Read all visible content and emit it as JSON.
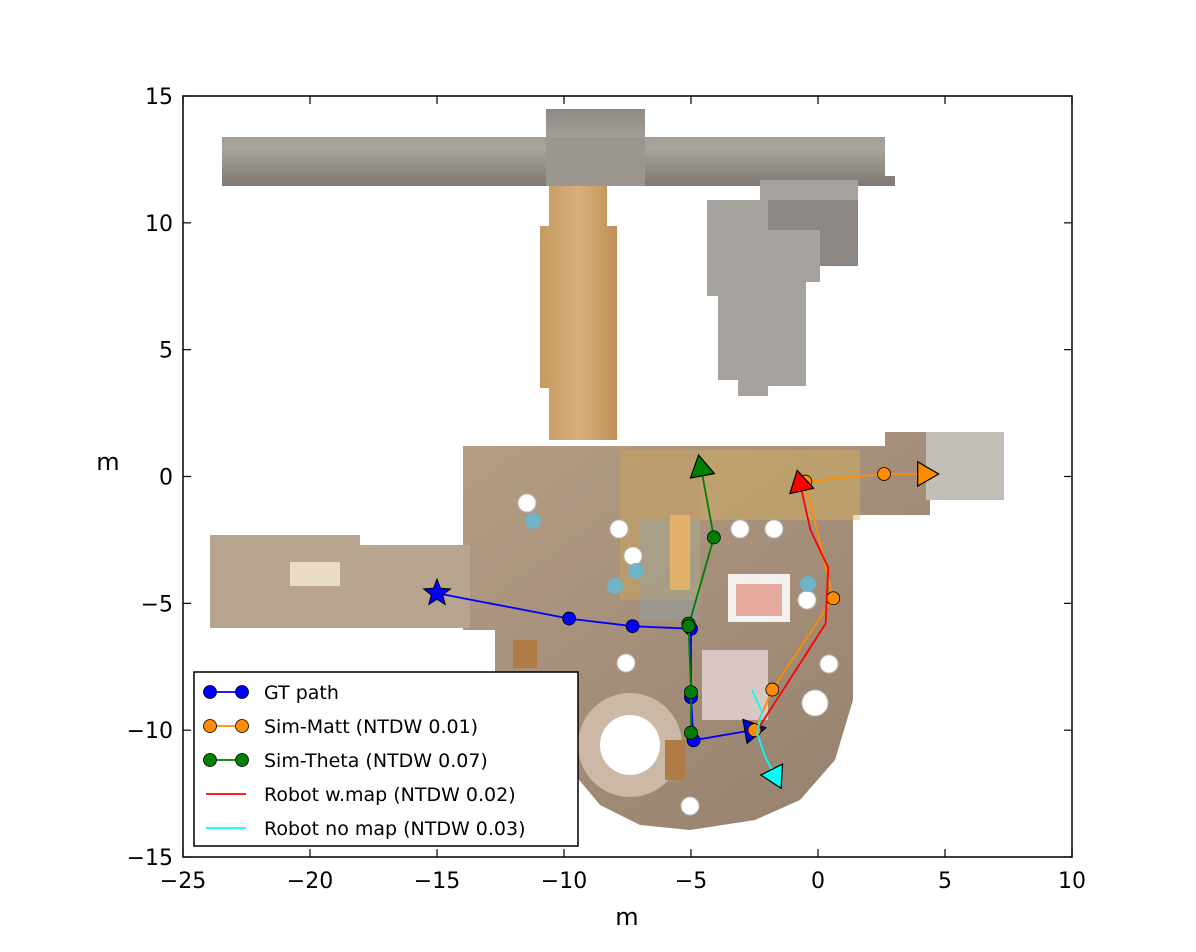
{
  "chart_data": {
    "type": "line",
    "xlabel": "m",
    "ylabel": "m",
    "xlim": [
      -25,
      10
    ],
    "ylim": [
      -15,
      15
    ],
    "xticks": [
      -25,
      -20,
      -15,
      -10,
      -5,
      0,
      5,
      10
    ],
    "yticks": [
      -15,
      -10,
      -5,
      0,
      5,
      10,
      15
    ],
    "xtick_labels": [
      "−25",
      "−20",
      "−15",
      "−10",
      "−5",
      "0",
      "5",
      "10"
    ],
    "ytick_labels": [
      "−15",
      "−10",
      "−5",
      "0",
      "5",
      "10",
      "15"
    ],
    "background": "floor-plan map image",
    "legend_position": "lower-left",
    "series": [
      {
        "name": "GT path",
        "color": "#0000ff",
        "marker": "circle",
        "x": [
          -15.0,
          -9.8,
          -7.3,
          -5.0,
          -5.0,
          -4.9,
          -2.6
        ],
        "y": [
          -4.6,
          -5.6,
          -5.9,
          -6.0,
          -8.7,
          -10.4,
          -10.0
        ],
        "start_marker": "star",
        "end_marker": "triangle"
      },
      {
        "name": "Sim-Matt (NTDW 0.01)",
        "color": "#ff8c00",
        "marker": "circle",
        "x": [
          -2.5,
          -1.8,
          0.6,
          -0.5,
          2.6,
          4.2
        ],
        "y": [
          -10.0,
          -8.4,
          -4.8,
          -0.2,
          0.1,
          0.1
        ],
        "end_marker": "triangle"
      },
      {
        "name": "Sim-Theta (NTDW 0.07)",
        "color": "#007f00",
        "marker": "circle",
        "x": [
          -5.0,
          -5.0,
          -5.1,
          -5.1,
          -4.1,
          -4.6
        ],
        "y": [
          -10.1,
          -8.5,
          -5.8,
          -5.9,
          -2.4,
          0.3
        ],
        "end_marker": "triangle"
      },
      {
        "name": "Robot w.map (NTDW 0.02)",
        "color": "#ff0000",
        "marker": "none",
        "x": [
          -2.4,
          -1.3,
          0.3,
          0.4,
          -0.3,
          -0.7
        ],
        "y": [
          -10.0,
          -8.3,
          -5.8,
          -3.6,
          -2.1,
          -0.3
        ],
        "end_marker": "triangle"
      },
      {
        "name": "Robot no map (NTDW 0.03)",
        "color": "#00ffff",
        "marker": "none",
        "x": [
          -2.6,
          -2.2,
          -2.4,
          -2.1,
          -1.7
        ],
        "y": [
          -8.4,
          -9.3,
          -10.1,
          -11.0,
          -11.8
        ],
        "end_marker": "triangle"
      }
    ]
  }
}
